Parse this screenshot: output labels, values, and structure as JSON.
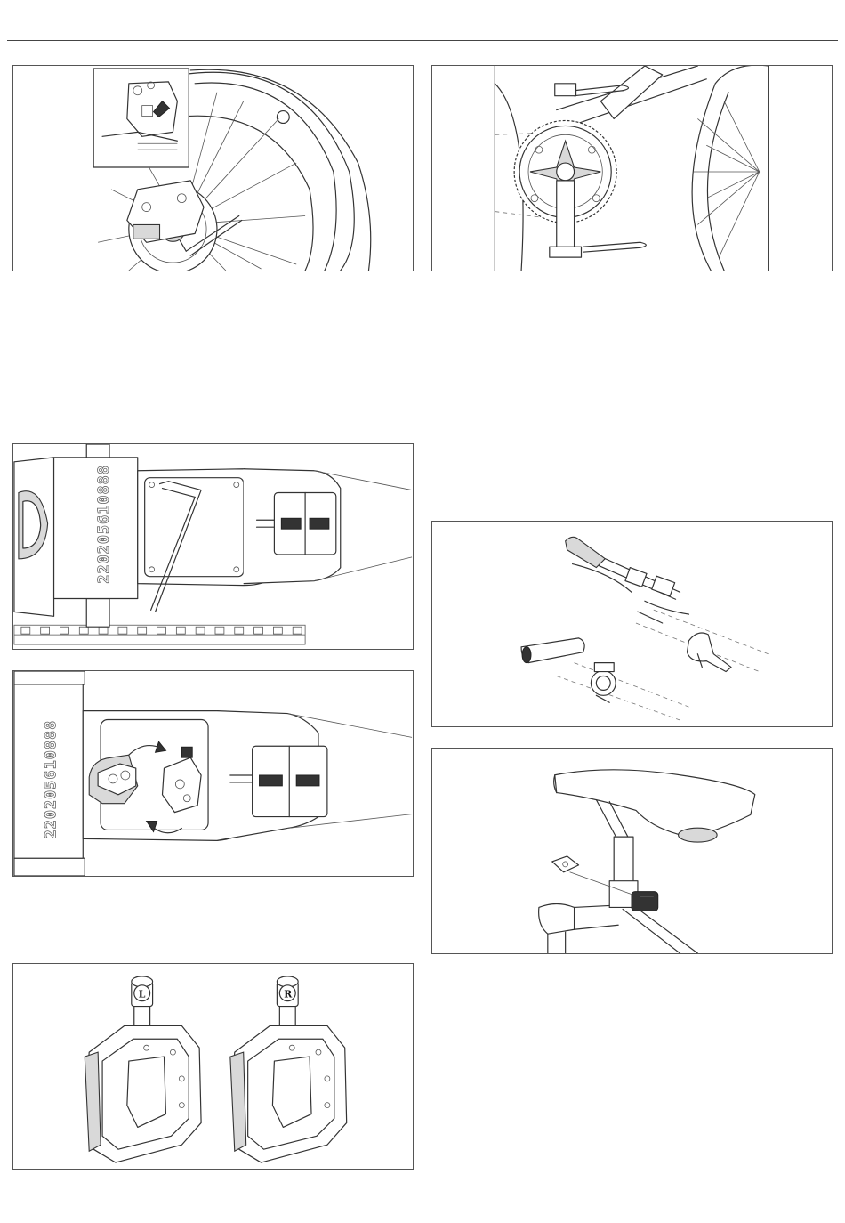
{
  "figures": {
    "brake_caliper": {},
    "crank_chainring": {},
    "frame_hinge_hex": {
      "serial_number": "220205610888"
    },
    "frame_hinge_clamp": {
      "serial_number": "220205610888"
    },
    "pedals": {
      "left_mark": "L",
      "right_mark": "R"
    },
    "handlebar_clamps": {},
    "saddle_light_mount": {}
  }
}
